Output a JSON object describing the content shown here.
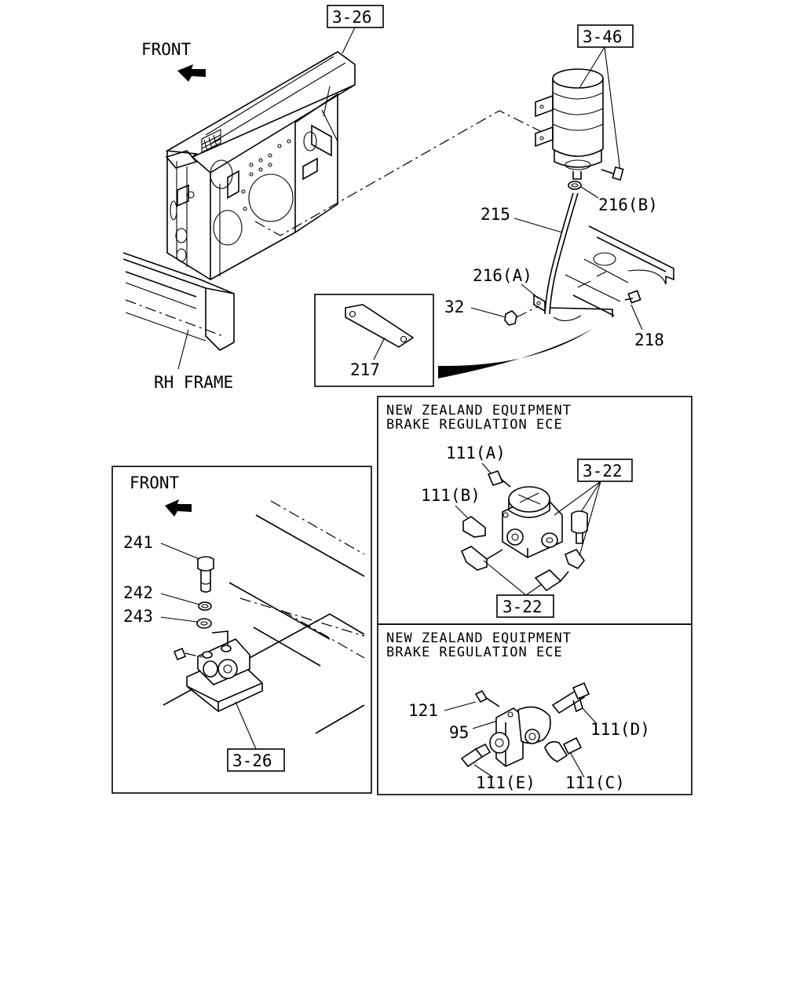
{
  "labels": {
    "ref_3_26_top": "3-26",
    "ref_3_46": "3-46",
    "front_top": "FRONT",
    "p216b": "216(B)",
    "p215": "215",
    "p216a": "216(A)",
    "p32": "32",
    "p218": "218",
    "p217": "217",
    "rh_frame": "RH FRAME",
    "front_left": "FRONT",
    "p241": "241",
    "p242": "242",
    "p243": "243",
    "ref_3_26_bottom": "3-26",
    "nz_top_line1": "NEW ZEALAND EQUIPMENT",
    "nz_top_line2": "BRAKE REGULATION ECE",
    "p111a": "111(A)",
    "p111b": "111(B)",
    "ref_3_22_a": "3-22",
    "ref_3_22_b": "3-22",
    "nz_bot_line1": "NEW ZEALAND EQUIPMENT",
    "nz_bot_line2": "BRAKE REGULATION ECE",
    "p121": "121",
    "p95": "95",
    "p111d": "111(D)",
    "p111e": "111(E)",
    "p111c": "111(C)"
  }
}
